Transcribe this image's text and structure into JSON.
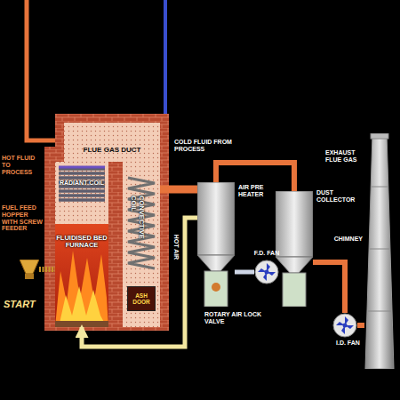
{
  "diagram": {
    "nodes": [
      {
        "text": [
          "FLUE GAS DUCT"
        ]
      },
      {
        "text": [
          "FLUIDISED BED FURNACE"
        ]
      },
      {
        "text": [
          "RADIANT COIL"
        ],
        "in": 1
      },
      {
        "text": [
          "CONVECTIVE COIL"
        ]
      },
      {
        "text": [
          "ASH DOOR"
        ],
        "in": 3
      },
      {
        "text": [
          "AIR PRE HEATER"
        ]
      },
      {
        "text": [
          "DUST COLLECTOR"
        ]
      },
      {
        "text": [
          "F.D. FAN"
        ]
      },
      {
        "text": [
          "I.D. FAN"
        ]
      },
      {
        "text": [
          "CHIMNEY"
        ]
      },
      {
        "text": [
          "FUEL FEED HOPPER WITH SCREW FEEDER"
        ]
      }
    ],
    "edges": [
      {
        "from": 3,
        "to": 5,
        "arrow": "none"
      },
      {
        "from": 5,
        "to": 6,
        "arrow": "none"
      },
      {
        "from": 6,
        "to": 8,
        "arrow": "none"
      },
      {
        "from": 8,
        "to": 9,
        "arrow": "none"
      },
      {
        "from": 7,
        "to": 5,
        "arrow": "none"
      },
      {
        "from": 5,
        "to": 1,
        "label": "HOT AIR",
        "arrow": "to"
      },
      {
        "from": 10,
        "to": 1,
        "arrow": "none"
      }
    ],
    "labels": [
      "HOT FLUID TO PROCESS",
      "COLD FLUID FROM PROCESS",
      "START",
      "ROTARY AIR LOCK VALVE",
      "EXHAUST FLUE GAS"
    ]
  }
}
